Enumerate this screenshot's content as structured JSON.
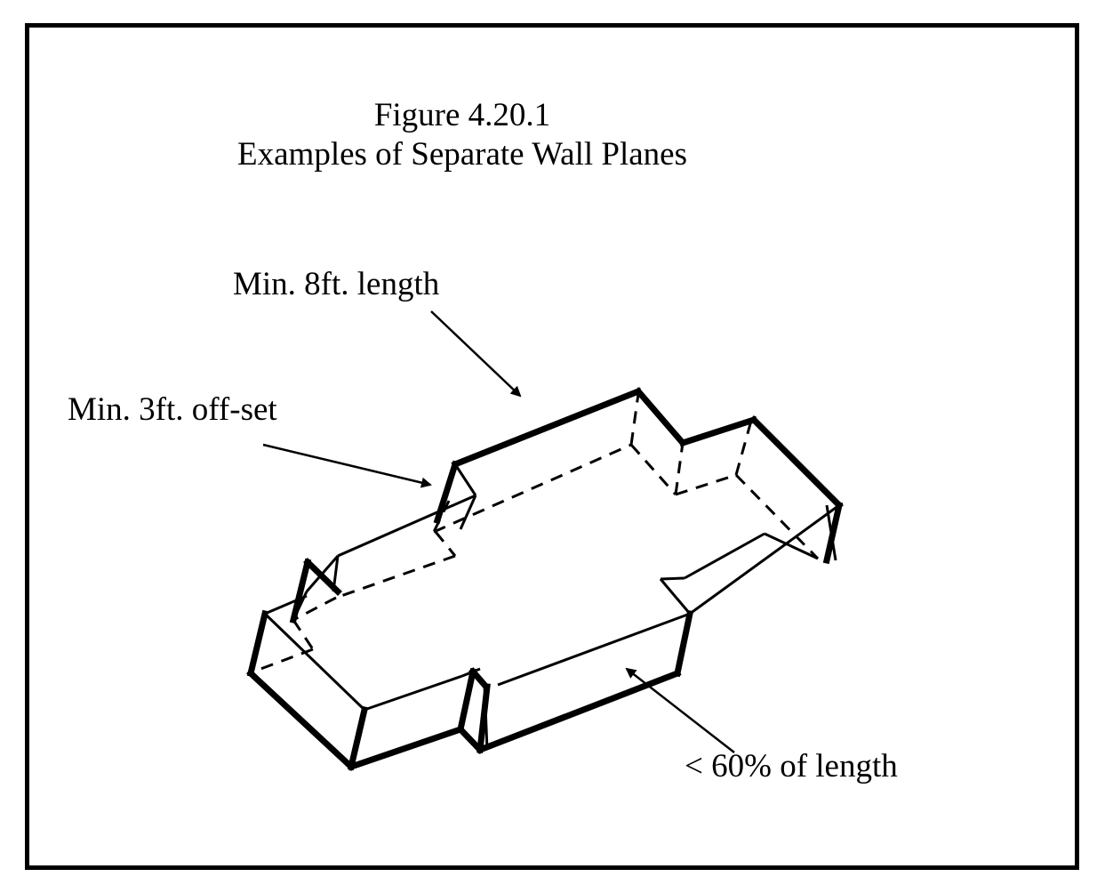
{
  "figure": {
    "title_line1": "Figure 4.20.1",
    "title_line2": "Examples of Separate Wall Planes"
  },
  "annotations": {
    "min_length": "Min. 8ft. length",
    "min_offset": "Min. 3ft. off-set",
    "max_percent": "< 60% of length"
  },
  "colors": {
    "line": "#000000",
    "background": "#ffffff"
  }
}
